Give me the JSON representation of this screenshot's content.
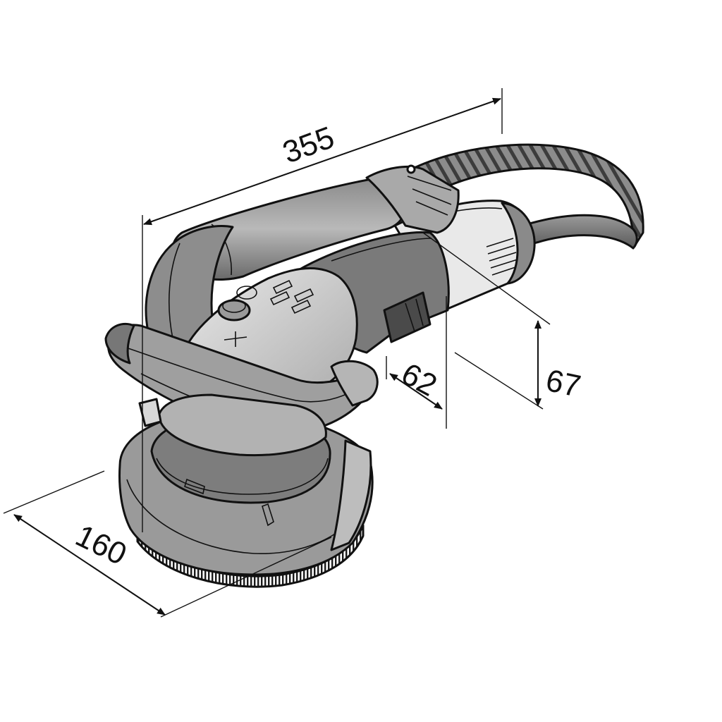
{
  "figure": {
    "subject": "angle-grinder-drawing",
    "colors": {
      "outline": "#111111",
      "dark_grey": "#6f6f6f",
      "mid_grey": "#9a9a9a",
      "light_grey": "#c8c8c8",
      "very_light": "#e6e6e6",
      "background": "#ffffff"
    }
  },
  "dimensions": {
    "length": "355",
    "height": "67",
    "grip_depth": "62",
    "pad_diameter": "160"
  }
}
